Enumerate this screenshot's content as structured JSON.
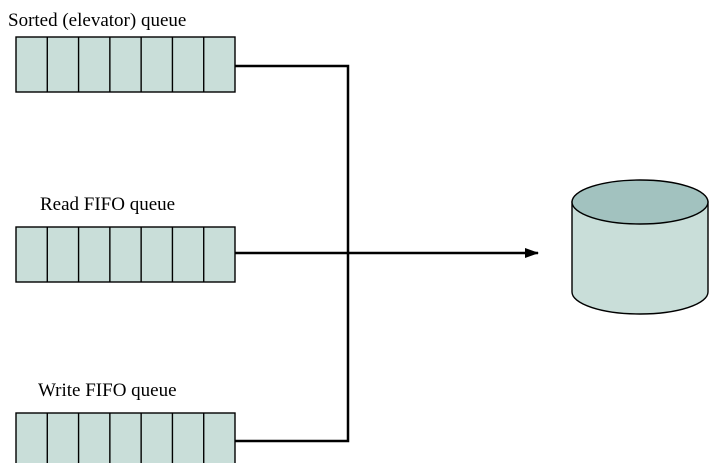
{
  "queues": [
    {
      "label": "Sorted (elevator) queue",
      "slots": 7
    },
    {
      "label": "Read FIFO queue",
      "slots": 7
    },
    {
      "label": "Write FIFO queue",
      "slots": 7
    }
  ],
  "colors": {
    "queue_fill": "#c9ded9",
    "disk_top": "#a2c2bf",
    "disk_side": "#c9ded9",
    "stroke": "#000000"
  },
  "icons": {
    "disk": "cylinder-disk-icon",
    "arrow": "arrow-right-icon"
  }
}
